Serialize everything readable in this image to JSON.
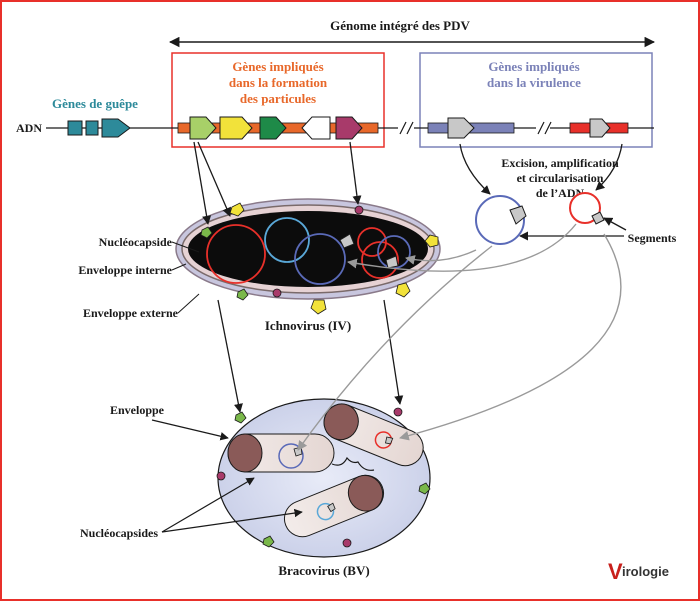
{
  "labels": {
    "genome": "Génome intégré des PDV",
    "wasp_genes": "Gènes de guêpe",
    "adn": "ADN",
    "particle_genes": [
      "Gènes impliqués",
      "dans la formation",
      "des particules"
    ],
    "virulence_genes": [
      "Gènes impliqués",
      "dans la virulence"
    ],
    "excision": [
      "Excision, amplification",
      "et circularisation",
      "de l’ADN"
    ],
    "segments": "Segments",
    "nucleocapside": "Nucléocapside",
    "env_interne": "Enveloppe interne",
    "env_externe": "Enveloppe externe",
    "ichnovirus": "Ichnovirus (IV)",
    "enveloppe": "Enveloppe",
    "nucleocapsides": "Nucléocapsides",
    "bracovirus": "Bracovirus (BV)"
  },
  "logo": {
    "initial": "V",
    "rest": "irologie"
  },
  "colors": {
    "border": "#e8302a",
    "teal": "#2d8a9a",
    "orange": "#e8682a",
    "lavender": "#7b82b8",
    "red": "#e8302a",
    "green": "#7ab84a",
    "yellow": "#f2e23a",
    "dark_green": "#1e8a48",
    "magenta": "#a83a6a",
    "blue_circle": "#5a6ab8",
    "gray": "#b8b8b8"
  }
}
